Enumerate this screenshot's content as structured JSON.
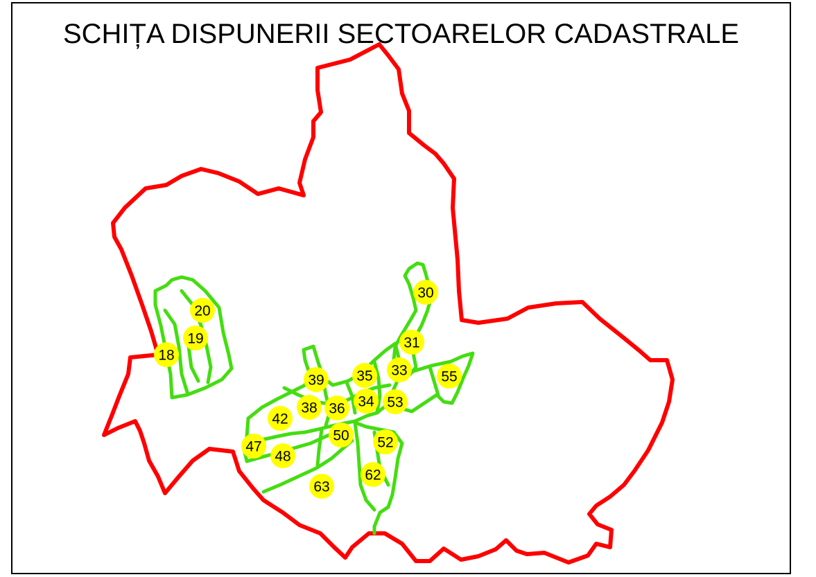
{
  "map": {
    "title": "SCHIȚA DISPUNERII SECTOARELOR CADASTRALE",
    "colors": {
      "outer_boundary": "#ff0000",
      "sector_lines": "#44dd11",
      "label_fill": "#ffff00",
      "label_text": "#000000"
    },
    "sectors": [
      {
        "id": "sector-30",
        "label": "30"
      },
      {
        "id": "sector-20",
        "label": "20"
      },
      {
        "id": "sector-19",
        "label": "19"
      },
      {
        "id": "sector-18",
        "label": "18"
      },
      {
        "id": "sector-31",
        "label": "31"
      },
      {
        "id": "sector-35",
        "label": "35"
      },
      {
        "id": "sector-33",
        "label": "33"
      },
      {
        "id": "sector-55",
        "label": "55"
      },
      {
        "id": "sector-39",
        "label": "39"
      },
      {
        "id": "sector-38",
        "label": "38"
      },
      {
        "id": "sector-36",
        "label": "36"
      },
      {
        "id": "sector-34",
        "label": "34"
      },
      {
        "id": "sector-53",
        "label": "53"
      },
      {
        "id": "sector-42",
        "label": "42"
      },
      {
        "id": "sector-50",
        "label": "50"
      },
      {
        "id": "sector-52",
        "label": "52"
      },
      {
        "id": "sector-47",
        "label": "47"
      },
      {
        "id": "sector-48",
        "label": "48"
      },
      {
        "id": "sector-62",
        "label": "62"
      },
      {
        "id": "sector-63",
        "label": "63"
      }
    ]
  }
}
